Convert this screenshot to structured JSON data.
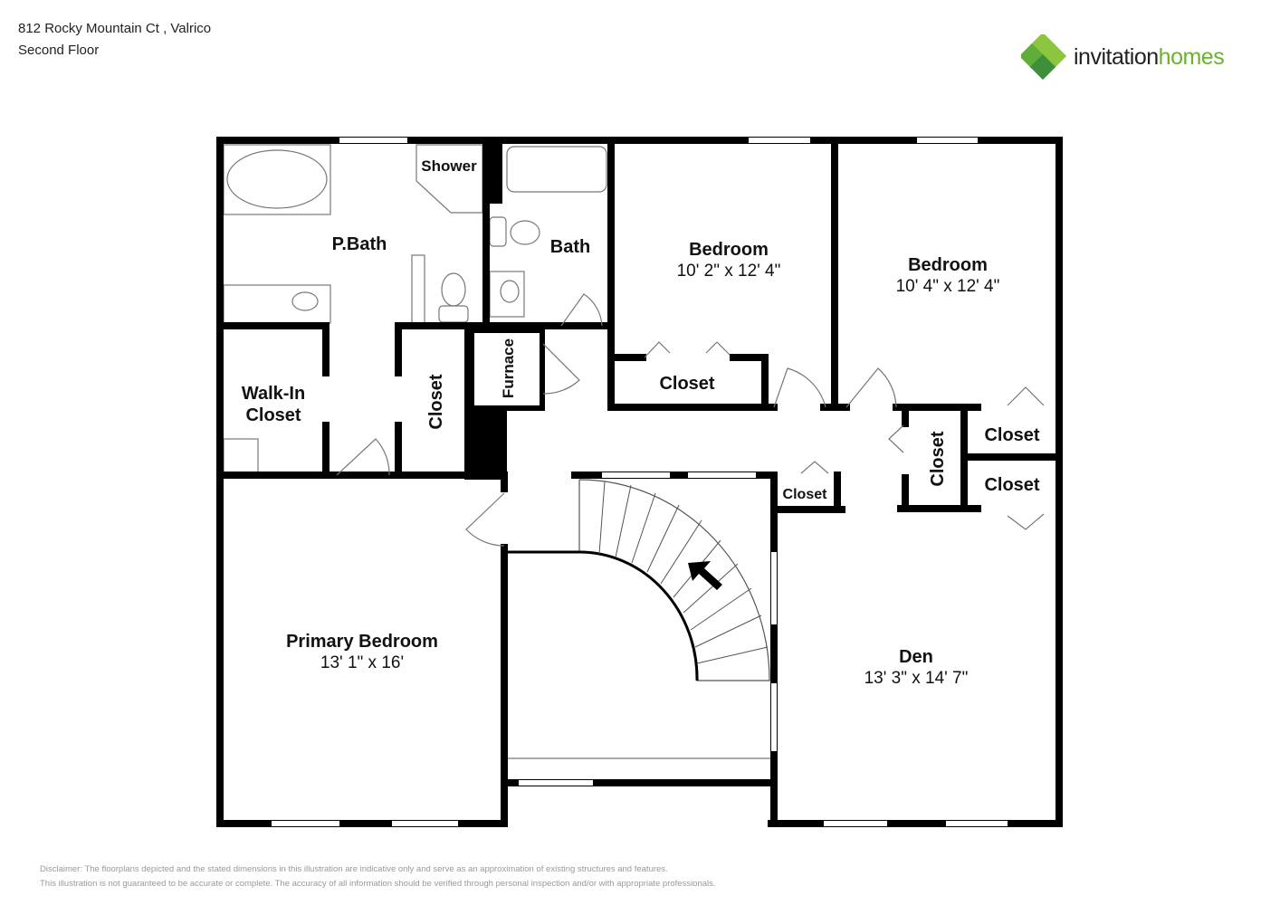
{
  "header": {
    "address": "812 Rocky Mountain Ct , Valrico",
    "floor": "Second Floor"
  },
  "logo": {
    "word1": "invitation",
    "word2": "homes",
    "color_primary": "#6ab42d",
    "color_dark": "#3d8f3a"
  },
  "rooms": {
    "pbath": {
      "name": "P.Bath"
    },
    "shower": {
      "name": "Shower"
    },
    "bath": {
      "name": "Bath"
    },
    "bedroom1": {
      "name": "Bedroom",
      "dims": "10' 2\" x 12' 4\""
    },
    "bedroom2": {
      "name": "Bedroom",
      "dims": "10' 4\" x 12' 4\""
    },
    "walkin": {
      "line1": "Walk-In",
      "line2": "Closet"
    },
    "closet_pbath": {
      "name": "Closet"
    },
    "furnace": {
      "name": "Furnace"
    },
    "closet_bed1": {
      "name": "Closet"
    },
    "closet_hall_v": {
      "name": "Closet"
    },
    "closet_right_top": {
      "name": "Closet"
    },
    "closet_right_bottom": {
      "name": "Closet"
    },
    "closet_small": {
      "name": "Closet"
    },
    "primary": {
      "name": "Primary Bedroom",
      "dims": "13' 1\" x 16'"
    },
    "den": {
      "name": "Den",
      "dims": "13' 3\" x 14' 7\""
    }
  },
  "disclaimer": {
    "line1": "Disclaimer: The floorplans depicted and the stated dimensions in this illustration are indicative only and serve as an approximation of existing structures and features.",
    "line2": "This illustration is not guaranteed to be accurate or complete. The accuracy of all information should be verified through personal inspection and/or with appropriate professionals."
  }
}
